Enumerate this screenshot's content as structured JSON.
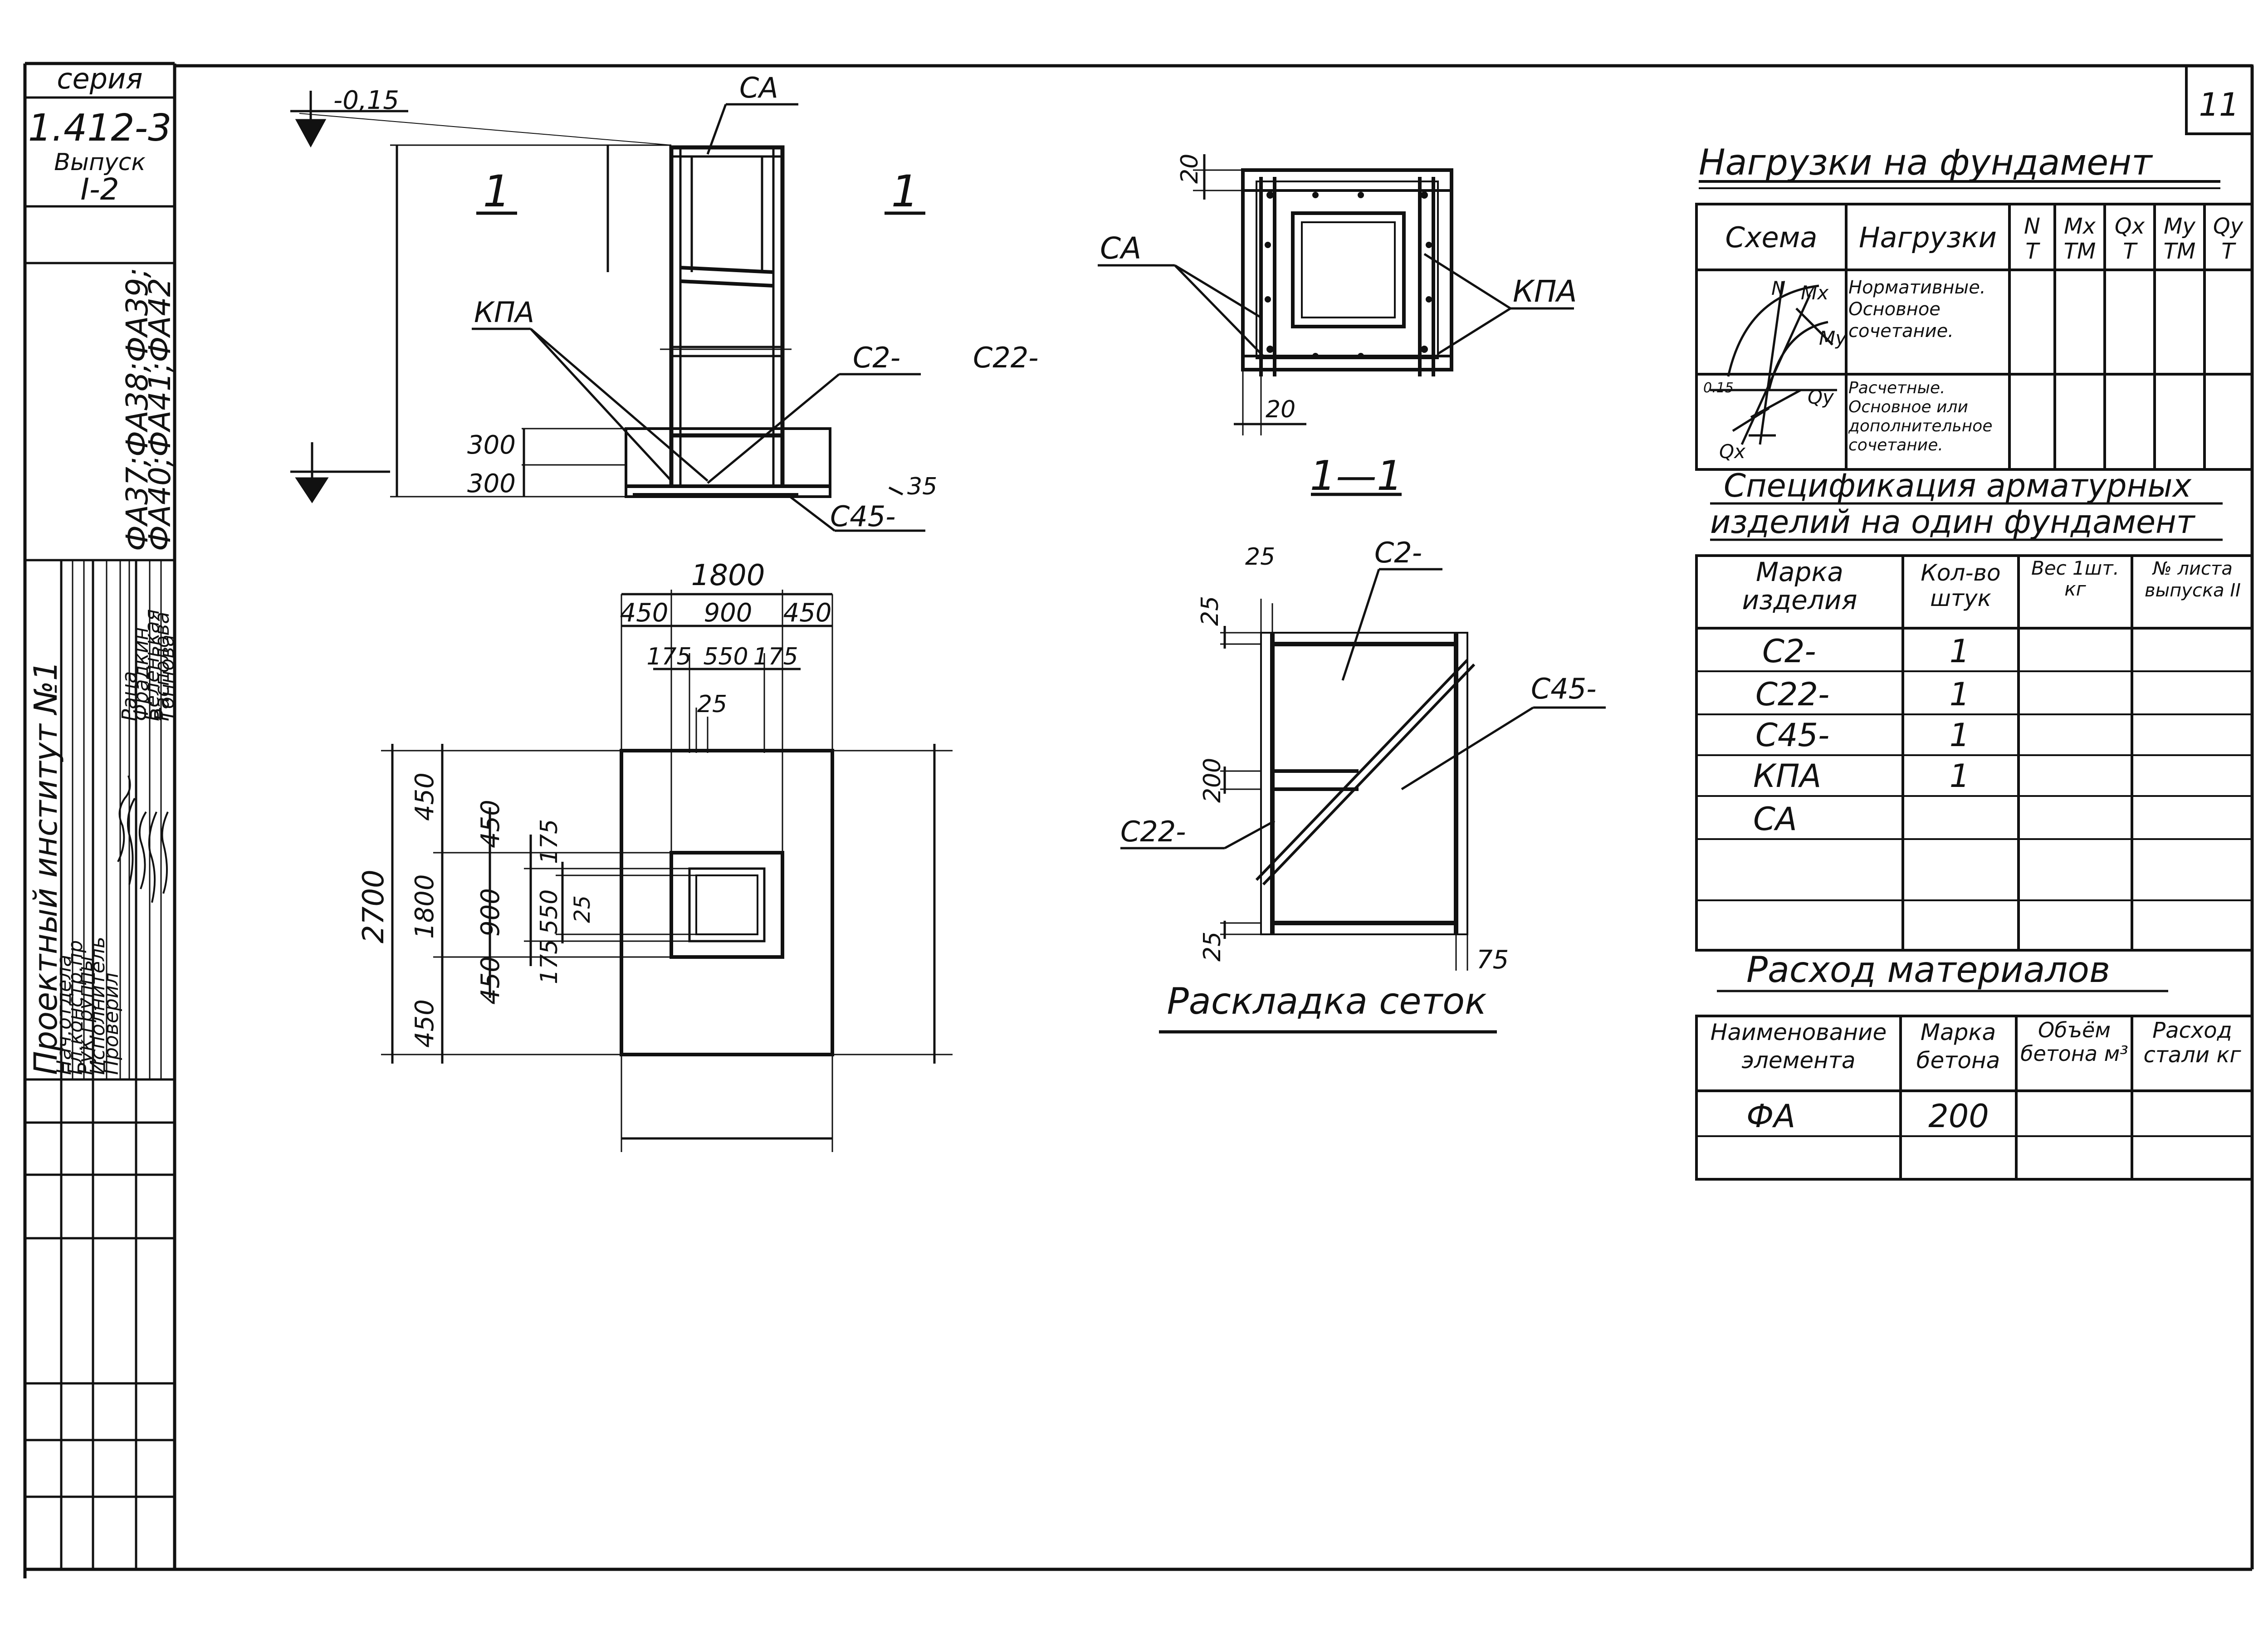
{
  "sheet": {
    "seria_label": "серия",
    "seria_number": "1.412-3",
    "vypusk_label": "Выпуск",
    "vypusk_number": "I-2",
    "marks_line1": "ФА37;ФА38;ФА39;",
    "marks_line2": "ФА40;ФА41;ФА42",
    "institute": "Проектный институт №1",
    "sheet_number": "11"
  },
  "stamp": {
    "roles": [
      "Нач.отдела",
      "Гл.констр.пр",
      "Рук.группы",
      "Исполнитель",
      "Проверил"
    ],
    "names": [
      "Раца",
      "Фрадкин",
      "Беленькая",
      "Располова",
      "Тоннова"
    ]
  },
  "section_1": {
    "cut_label_left": "1",
    "cut_label_right": "1",
    "elevation": "-0,15",
    "labels": {
      "sa": "СА",
      "kpa": "КПА",
      "c2": "С2-",
      "c22": "С22-",
      "c45": "С45-"
    },
    "dim_300_top": "300",
    "dim_300_bottom": "300",
    "dim_35": "35"
  },
  "plan": {
    "dim_1800_top": "1800",
    "dims_top": [
      "450",
      "900",
      "450"
    ],
    "dims_top2": [
      "175",
      "550",
      "175"
    ],
    "dim_25": "25",
    "dim_2700": "2700",
    "dims_left": [
      "450",
      "1800",
      "450"
    ],
    "dims_left2": [
      "450",
      "900",
      "450"
    ],
    "dims_left3": [
      "175",
      "550",
      "175"
    ],
    "dim_25_left": "25"
  },
  "section_11": {
    "title": "1—1",
    "dim_20_top": "20",
    "dim_20_bottom": "20",
    "label_sa": "СА",
    "label_kpa": "КПА"
  },
  "mesh_layout": {
    "title": "Раскладка сеток",
    "dim_25_top": "25",
    "dim_25_side": "25",
    "dim_200": "200",
    "dim_25_bottom": "25",
    "dim_75": "75",
    "label_c2": "С2-",
    "label_c45": "С45-",
    "label_c22": "С22-"
  },
  "loads": {
    "title": "Нагрузки на фундамент",
    "headers": [
      "Схема",
      "Нагрузки",
      "N\nТ",
      "Mx\nТМ",
      "Qx\nТ",
      "My\nТМ",
      "Qy\nТ"
    ],
    "row1": "Нормативные. Основное сочетание.",
    "row2": "Расчетные. Основное или дополнительное сочетание.",
    "scheme_labels": {
      "n": "N",
      "mx": "Mx",
      "my": "My",
      "qy": "Qy",
      "qx": "Qx",
      "level": "0.15"
    }
  },
  "spec": {
    "title_line1": "Спецификация арматурных",
    "title_line2": "изделий на один фундамент",
    "headers": [
      "Марка изделия",
      "Кол-во штук",
      "Вес 1шт. кг",
      "№ листа выпуска II"
    ],
    "rows": [
      {
        "mark": "С2-",
        "qty": "1"
      },
      {
        "mark": "С22-",
        "qty": "1"
      },
      {
        "mark": "С45-",
        "qty": "1"
      },
      {
        "mark": "КПА",
        "qty": "1"
      },
      {
        "mark": "СА",
        "qty": ""
      },
      {
        "mark": "",
        "qty": ""
      },
      {
        "mark": "",
        "qty": ""
      }
    ]
  },
  "materials": {
    "title": "Расход материалов",
    "headers": [
      "Наименование элемента",
      "Марка бетона",
      "Объём бетона м³",
      "Расход стали кг"
    ],
    "rows": [
      {
        "name": "ФА",
        "grade": "200"
      },
      {
        "name": "",
        "grade": ""
      }
    ]
  }
}
